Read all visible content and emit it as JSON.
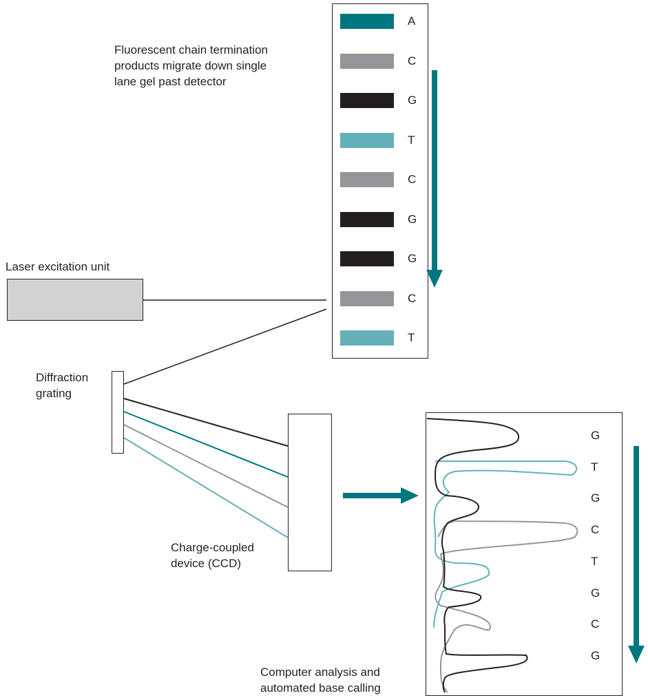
{
  "labels": {
    "gel_caption_1": "Fluorescent chain termination",
    "gel_caption_2": "products migrate down single",
    "gel_caption_3": "lane gel past detector",
    "laser": "Laser excitation unit",
    "grating_1": "Diffraction",
    "grating_2": "grating",
    "ccd_1": "Charge-coupled",
    "ccd_2": "device (CCD)",
    "computer_1": "Computer analysis and",
    "computer_2": "automated base calling"
  },
  "gel_bands": [
    {
      "base": "A",
      "color": "#00777e"
    },
    {
      "base": "C",
      "color": "#939598"
    },
    {
      "base": "G",
      "color": "#231f20"
    },
    {
      "base": "T",
      "color": "#64b0b8"
    },
    {
      "base": "C",
      "color": "#939598"
    },
    {
      "base": "G",
      "color": "#231f20"
    },
    {
      "base": "G",
      "color": "#231f20"
    },
    {
      "base": "C",
      "color": "#939598"
    },
    {
      "base": "T",
      "color": "#64b0b8"
    }
  ],
  "base_calls": [
    "G",
    "T",
    "G",
    "C",
    "T",
    "G",
    "C",
    "G"
  ],
  "colors": {
    "accent_teal": "#00777e",
    "light_teal": "#64b0b8",
    "grey": "#939598",
    "black": "#231f20",
    "laser_fill": "#d1d2d4"
  }
}
